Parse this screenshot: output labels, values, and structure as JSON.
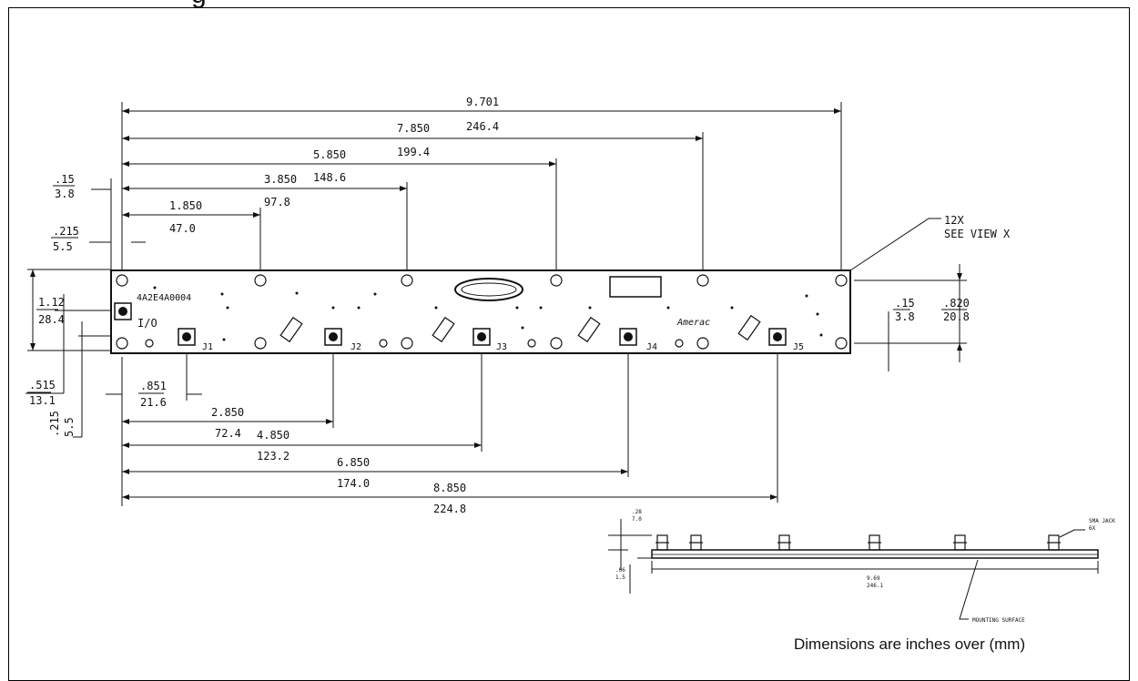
{
  "header": {
    "title_fragment": "g"
  },
  "overall_dims": [
    {
      "in": "9.701",
      "mm": "246.4"
    },
    {
      "in": "7.850",
      "mm": "199.4"
    },
    {
      "in": "5.850",
      "mm": "148.6"
    },
    {
      "in": "3.850",
      "mm": "97.8"
    },
    {
      "in": "1.850",
      "mm": "47.0"
    }
  ],
  "bottom_dims": [
    {
      "in": ".851",
      "mm": "21.6"
    },
    {
      "in": "2.850",
      "mm": "72.4"
    },
    {
      "in": "4.850",
      "mm": "123.2"
    },
    {
      "in": "6.850",
      "mm": "174.0"
    },
    {
      "in": "8.850",
      "mm": "224.8"
    }
  ],
  "left_dims": [
    {
      "in": ".15",
      "mm": "3.8"
    },
    {
      "in": ".215",
      "mm": "5.5"
    },
    {
      "in": "1.12",
      "mm": "28.4"
    },
    {
      "in": ".515",
      "mm": "13.1"
    },
    {
      "in": ".215",
      "mm": "5.5"
    }
  ],
  "right_dims": [
    {
      "in": ".15",
      "mm": "3.8"
    },
    {
      "in": ".820",
      "mm": "20.8"
    }
  ],
  "callout": {
    "line1": "12X",
    "line2": "SEE VIEW X"
  },
  "board": {
    "part_number": "4A2E4A0004",
    "io_label": "I/O",
    "port_labels": [
      "J1",
      "J2",
      "J3",
      "J4",
      "J5"
    ],
    "brand_right": "Amerac"
  },
  "side_view": {
    "top_in": ".28",
    "top_mm": "7.0",
    "bot_in": ".06",
    "bot_mm": "1.5",
    "len_in": "9.69",
    "len_mm": "246.1",
    "conn_label_1": "SMA JACK",
    "conn_label_2": "6X",
    "surface_label": "MOUNTING SURFACE"
  },
  "note": "Dimensions are inches over (mm)"
}
